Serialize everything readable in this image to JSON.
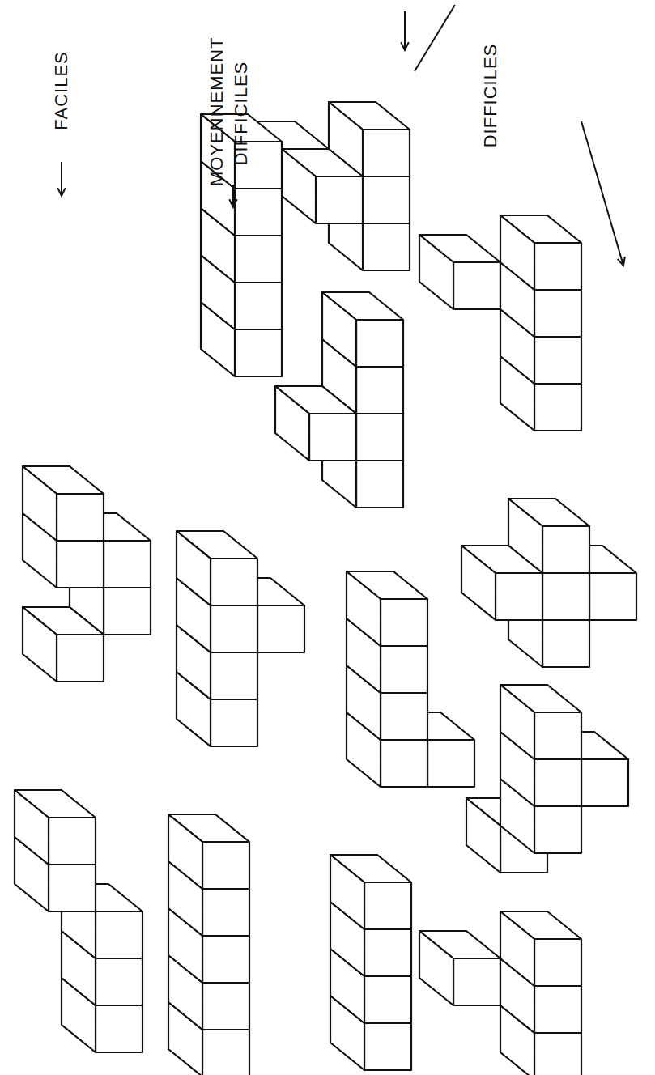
{
  "diagram": {
    "labels": [
      "FACILES",
      "MOYENNEMENT DIFFICILES",
      "DIFFICILES"
    ]
  }
}
